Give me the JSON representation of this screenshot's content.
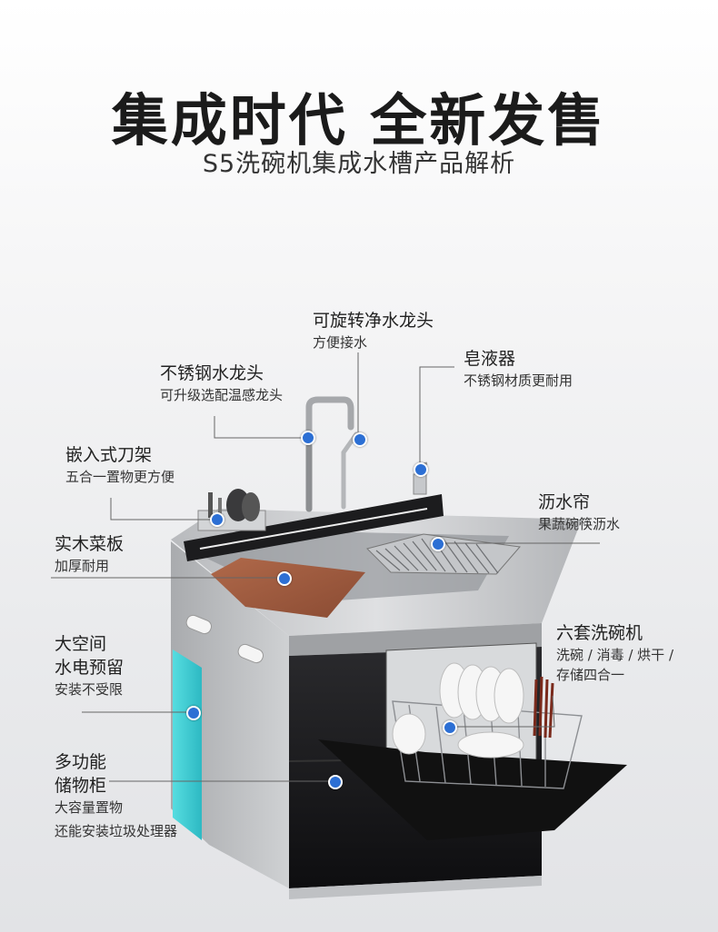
{
  "header": {
    "title": "集成时代 全新发售",
    "subtitle": "S5洗碗机集成水槽产品解析"
  },
  "callouts": {
    "rotating_faucet": {
      "title": "可旋转净水龙头",
      "sub": "方便接水"
    },
    "soap_dispenser": {
      "title": "皂液器",
      "sub": "不锈钢材质更耐用"
    },
    "steel_faucet": {
      "title": "不锈钢水龙头",
      "sub": "可升级选配温感龙头"
    },
    "knife_rack": {
      "title": "嵌入式刀架",
      "sub": "五合一置物更方便"
    },
    "drain_rack": {
      "title": "沥水帘",
      "sub": "果蔬碗筷沥水"
    },
    "cutting_board": {
      "title": "实木菜板",
      "sub": "加厚耐用"
    },
    "big_space": {
      "title1": "大空间",
      "title2": "水电预留",
      "sub": "安装不受限"
    },
    "dishwasher": {
      "title": "六套洗碗机",
      "sub1": "洗碗 / 消毒 / 烘干 /",
      "sub2": "存储四合一"
    },
    "storage": {
      "title1": "多功能",
      "title2": "储物柜",
      "sub1": "大容量置物",
      "sub2": "还能安装垃圾处理器"
    }
  },
  "colors": {
    "marker": "#2c6fd4",
    "accent_panel": "#3fd0d6",
    "steel": "#c9cbce",
    "cabinet_black": "#1a1a1c"
  }
}
